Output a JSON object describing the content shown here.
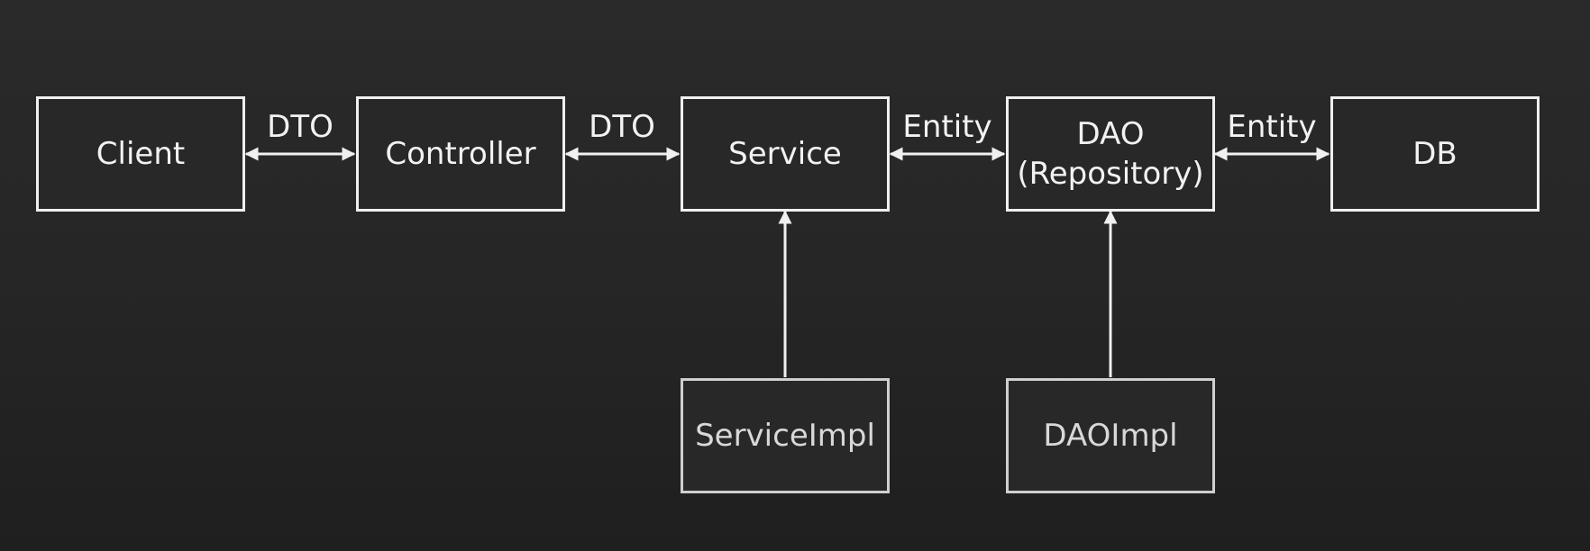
{
  "diagram": {
    "nodes": {
      "client": "Client",
      "controller": "Controller",
      "service": "Service",
      "dao_line1": "DAO",
      "dao_line2": "(Repository)",
      "db": "DB",
      "service_impl": "ServiceImpl",
      "dao_impl": "DAOImpl"
    },
    "edges": {
      "client_controller": "DTO",
      "controller_service": "DTO",
      "service_dao": "Entity",
      "dao_db": "Entity"
    }
  },
  "colors": {
    "background": "#262626",
    "stroke": "#f0f0f0",
    "text": "#f2f2f2"
  }
}
